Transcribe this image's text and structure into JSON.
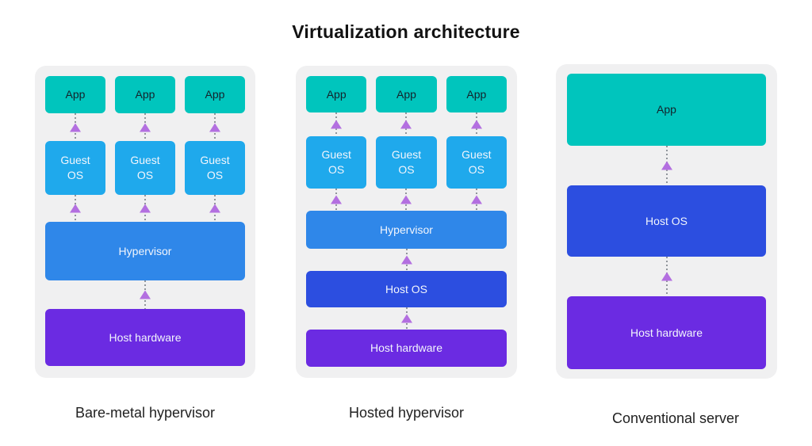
{
  "title": "Virtualization architecture",
  "palette": {
    "panel_bg": "#F0F0F1",
    "app_teal": "#00C5BD",
    "guest_blue": "#1FA9EC",
    "hypervisor_blue": "#2F87E9",
    "host_os_blue": "#2C4EE0",
    "hardware_violet": "#6B2BE2",
    "arrow_purple": "#B36FE0",
    "arrow_line": "#90959B",
    "title_color": "#121212",
    "label_color": "#212121",
    "box_text_dark": "#14222B",
    "box_text_light": "#F2F5FC"
  },
  "panels": [
    {
      "label": "Bare-metal hypervisor",
      "apps": [
        "App",
        "App",
        "App"
      ],
      "guests": [
        "Guest\nOS",
        "Guest\nOS",
        "Guest\nOS"
      ],
      "hypervisor": "Hypervisor",
      "host_hardware": "Host hardware"
    },
    {
      "label": "Hosted hypervisor",
      "apps": [
        "App",
        "App",
        "App"
      ],
      "guests": [
        "Guest\nOS",
        "Guest\nOS",
        "Guest\nOS"
      ],
      "hypervisor": "Hypervisor",
      "host_os": "Host OS",
      "host_hardware": "Host hardware"
    },
    {
      "label": "Conventional server",
      "app": "App",
      "host_os": "Host OS",
      "host_hardware": "Host hardware"
    }
  ]
}
